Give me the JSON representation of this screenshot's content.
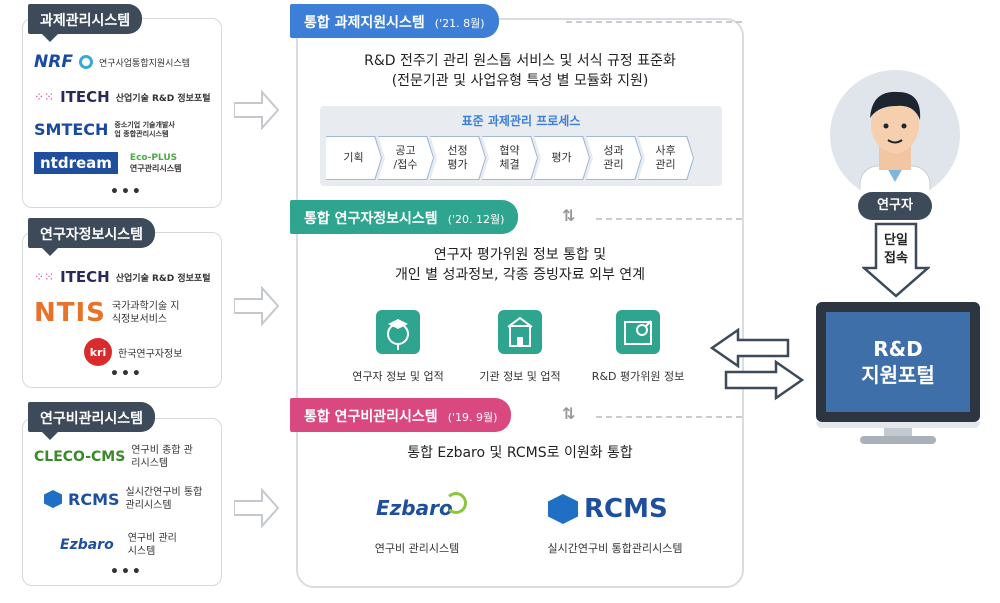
{
  "left_panels": [
    {
      "title": "과제관리시스템",
      "logos": [
        {
          "name": "NRF",
          "desc": "연구사업통합지원시스템"
        },
        {
          "name": "ITECH",
          "desc": "산업기술 R&D 정보포털"
        },
        {
          "name": "SMTECH",
          "desc": "중소기업 기술개발사업 종합관리시스템"
        },
        {
          "name": "ntdream",
          "desc": ""
        },
        {
          "name": "Eco-PLUS",
          "desc": "연구관리시스템"
        }
      ]
    },
    {
      "title": "연구자정보시스템",
      "logos": [
        {
          "name": "ITECH",
          "desc": "산업기술 R&D 정보포털"
        },
        {
          "name": "NTIS",
          "desc": "국가과학기술 지식정보서비스"
        },
        {
          "name": "kri",
          "desc": "한국연구자정보"
        }
      ]
    },
    {
      "title": "연구비관리시스템",
      "logos": [
        {
          "name": "CLECO-CMS",
          "desc": "연구비 종합 관리시스템"
        },
        {
          "name": "RCMS",
          "desc": "실시간연구비 통합관리시스템"
        },
        {
          "name": "Ezbaro",
          "desc": "연구비 관리시스템"
        }
      ]
    }
  ],
  "ellipsis": "•••",
  "sections": {
    "task": {
      "title": "통합 과제지원시스템",
      "date": "('21. 8월)",
      "color": "#3d7fd6",
      "desc1": "R&D 전주기 관리 원스톱 서비스 및 서식 규정 표준화",
      "desc2": "(전문기관 및 사업유형 특성 별 모듈화 지원)",
      "process_title": "표준 과제관리 프로세스",
      "steps": [
        "기획",
        "공고\n/접수",
        "선정\n평가",
        "협약\n체결",
        "평가",
        "성과\n관리",
        "사후\n관리"
      ]
    },
    "researcher": {
      "title": "통합 연구자정보시스템",
      "date": "('20. 12월)",
      "color": "#2fa58f",
      "desc1": "연구자 평가위원 정보 통합 및",
      "desc2": "개인 별 성과정보, 각종 증빙자료 외부 연계",
      "items": [
        "연구자 정보 및 업적",
        "기관 정보 및 업적",
        "R&D 평가위원 정보"
      ]
    },
    "fund": {
      "title": "통합 연구비관리시스템",
      "date": "('19. 9월)",
      "color": "#d9487e",
      "desc": "통합 Ezbaro 및 RCMS로 이원화 통합",
      "systems": [
        {
          "logo": "Ezbaro",
          "label": "연구비 관리시스템"
        },
        {
          "logo": "RCMS",
          "label": "실시간연구비 통합관리시스템"
        }
      ]
    }
  },
  "right": {
    "user_label": "연구자",
    "access_label": "단일\n접속",
    "portal": "R&D\n지원포털"
  }
}
